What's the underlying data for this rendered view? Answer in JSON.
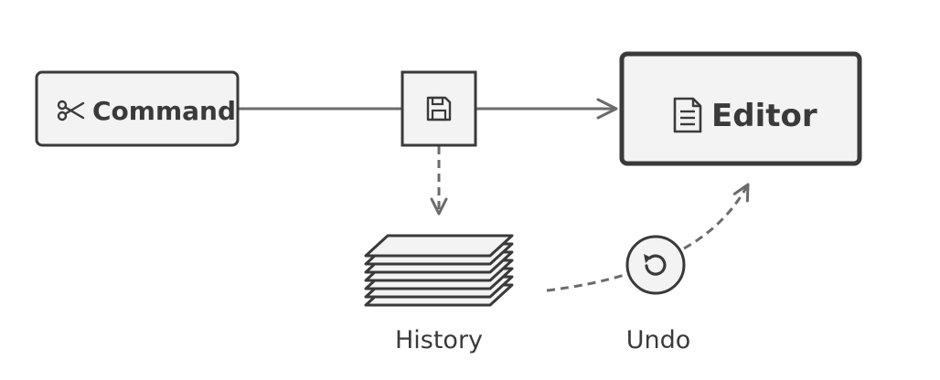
{
  "diagram": {
    "command": {
      "label": "Command",
      "icon": "scissors-icon"
    },
    "save_step": {
      "icon": "floppy-disk-icon"
    },
    "editor": {
      "label": "Editor",
      "icon": "document-icon"
    },
    "history": {
      "label": "History",
      "icon": "paper-stack-icon"
    },
    "undo": {
      "label": "Undo",
      "icon": "undo-arrow-icon"
    }
  },
  "colors": {
    "stroke": "#3a3a3a",
    "connector": "#6b6b6b",
    "box_fill": "#f3f3f3",
    "background": "#ffffff"
  }
}
